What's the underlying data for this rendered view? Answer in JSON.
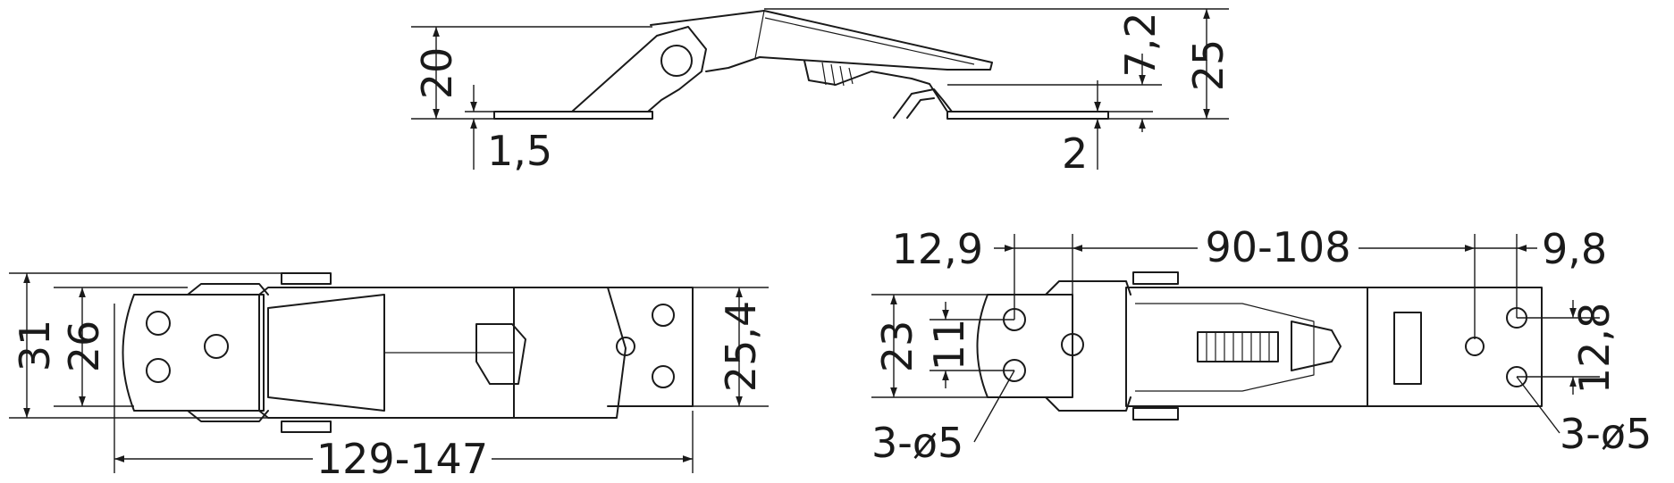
{
  "side_view": {
    "dim_height_base": "20",
    "dim_plate_left": "1,5",
    "dim_plate_right": "2",
    "dim_offset": "7,2",
    "dim_total_height": "25"
  },
  "top_view_left": {
    "dim_overall_width": "31",
    "dim_body_width": "26",
    "dim_strike_width": "25,4",
    "dim_length": "129-147"
  },
  "bottom_view_right": {
    "dim_left_offset": "12,9",
    "dim_hole_span": "90-108",
    "dim_right_offset": "9,8",
    "dim_left_width": "23",
    "dim_left_hole_spacing": "11",
    "dim_right_hole_spacing": "12,8",
    "callout_left_holes": "3-ø5",
    "callout_right_holes": "3-ø5"
  },
  "colors": {
    "line": "#1a1a1a",
    "background": "#ffffff"
  }
}
